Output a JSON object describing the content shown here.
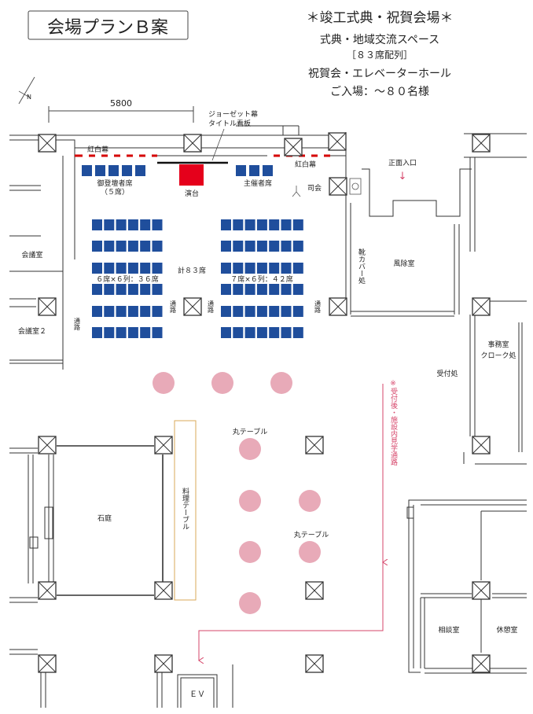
{
  "plan_title": "会場プランＢ案",
  "heading": {
    "title": "＊竣工式典・祝賀会場＊",
    "line1": "式典・地域交流スペース",
    "line2": "［８３席配列］",
    "line3": "祝賀会・エレベーターホール",
    "line4": "ご入場：～８０名様"
  },
  "compass_label": "N",
  "dimension_label": "5800",
  "labels": {
    "curtain_left": "紅白幕",
    "curtain_right": "紅白幕",
    "georgette": "ジョーゼット幕",
    "title_board": "タイトル看板",
    "vip_seats": "御登壇者席",
    "vip_count": "（５席）",
    "stage": "演台",
    "host_seats": "主催者席",
    "mc": "司会",
    "entrance": "正面入口",
    "entrance_arrow": "↓",
    "shoe_cover": "靴カバー処",
    "windbreak": "風除室",
    "meeting_room": "会議室",
    "meeting_room2": "会議室２",
    "aisle_left": "通路",
    "aisle_1": "通路",
    "aisle_2": "通路",
    "aisle_3": "通路",
    "total_seats": "計８３席",
    "left_block": "６席×６列：３６席",
    "right_block": "７席×６列：４２席",
    "office": "事務室",
    "cloak": "クローク処",
    "reception": "受付処",
    "note": "※受付後・施設内見学通路",
    "round_table_1": "丸テーブル",
    "round_table_2": "丸テーブル",
    "food_table": "料理テーブル",
    "stone_garden": "石庭",
    "consult_room": "相談室",
    "rest_room": "休憩室",
    "ev": "ＥＶ"
  },
  "colors": {
    "seat": "#1f4e9c",
    "stage": "#e5001b",
    "round_table": "#e8aab8",
    "note": "#d6456a",
    "food_table": "#d9a85a",
    "wall": "#333333"
  },
  "seating": {
    "vip_seats": 5,
    "host_seats": 3,
    "left_block": {
      "columns": 6,
      "rows": 6
    },
    "right_block": {
      "columns": 7,
      "rows": 6
    }
  }
}
